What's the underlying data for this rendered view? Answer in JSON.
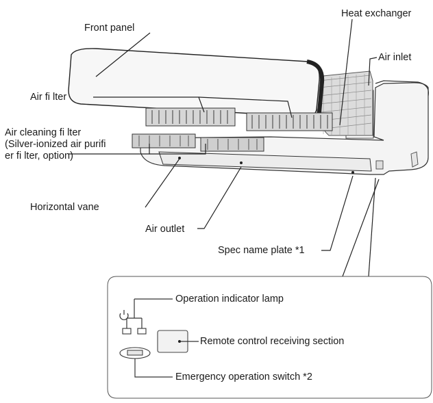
{
  "labels": {
    "front_panel": "Front panel",
    "heat_exchanger": "Heat exchanger",
    "air_inlet": "Air inlet",
    "air_filter": "Air fi lter",
    "air_cleaning_filter": "Air cleaning fi lter (Silver-ionized air purifi er fi lter, option)",
    "horizontal_vane": "Horizontal vane",
    "air_outlet": "Air outlet",
    "spec_name_plate": "Spec name plate *1"
  },
  "detail": {
    "operation_indicator_lamp": "Operation indicator lamp",
    "remote_control_receiving_section": "Remote control receiving section",
    "emergency_operation_switch": "Emergency operation switch *2"
  },
  "icons": {
    "power": "power-icon",
    "lamp": "indicator-lamp-icon",
    "receiver": "remote-receiver-icon",
    "switch": "emergency-switch-icon"
  }
}
